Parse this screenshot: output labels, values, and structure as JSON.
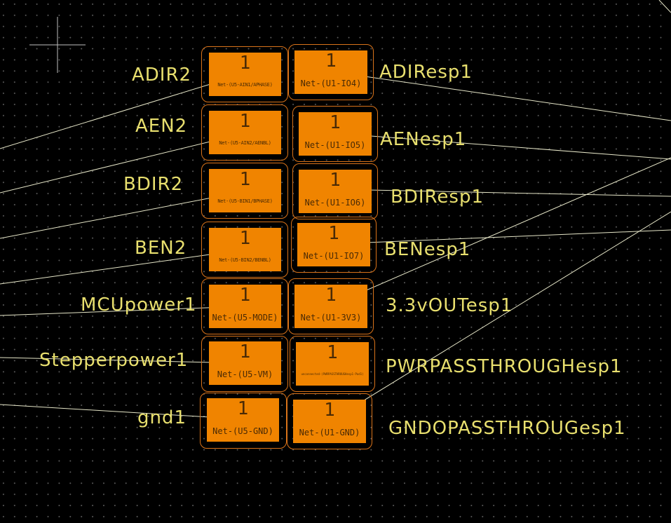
{
  "left_pads": [
    {
      "number": "1",
      "net": "Net-(U5-AIN1/APHASE)",
      "ref": "ADIR2"
    },
    {
      "number": "1",
      "net": "Net-(U5-AIN2/AENBL)",
      "ref": "AEN2"
    },
    {
      "number": "1",
      "net": "Net-(U5-BIN1/BPHASE)",
      "ref": "BDIR2"
    },
    {
      "number": "1",
      "net": "Net-(U5-BIN2/BENBL)",
      "ref": "BEN2"
    },
    {
      "number": "1",
      "net": "Net-(U5-MODE)",
      "ref": "MCUpower1"
    },
    {
      "number": "1",
      "net": "Net-(U5-VM)",
      "ref": "Stepperpower1"
    },
    {
      "number": "1",
      "net": "Net-(U5-GND)",
      "ref": "gnd1"
    }
  ],
  "right_pads": [
    {
      "number": "1",
      "net": "Net-(U1-IO4)",
      "ref": "ADIResp1"
    },
    {
      "number": "1",
      "net": "Net-(U1-IO5)",
      "ref": "AENesp1"
    },
    {
      "number": "1",
      "net": "Net-(U1-IO6)",
      "ref": "BDIResp1"
    },
    {
      "number": "1",
      "net": "Net-(U1-IO7)",
      "ref": "BENesp1"
    },
    {
      "number": "1",
      "net": "Net-(U1-3V3)",
      "ref": "3.3vOUTesp1"
    },
    {
      "number": "1",
      "net": "unconnected-(PWRPASSTHROUGHesp1-Pad1)",
      "ref": "PWRPASSTHROUGHesp1"
    },
    {
      "number": "1",
      "net": "Net-(U1-GND)",
      "ref": "GNDOPASSTHROUGesp1"
    }
  ],
  "colors": {
    "pad": "#f08400",
    "silkscreen": "#e8df6e",
    "ratsnest": "#e8e8c8",
    "background": "#000000"
  }
}
